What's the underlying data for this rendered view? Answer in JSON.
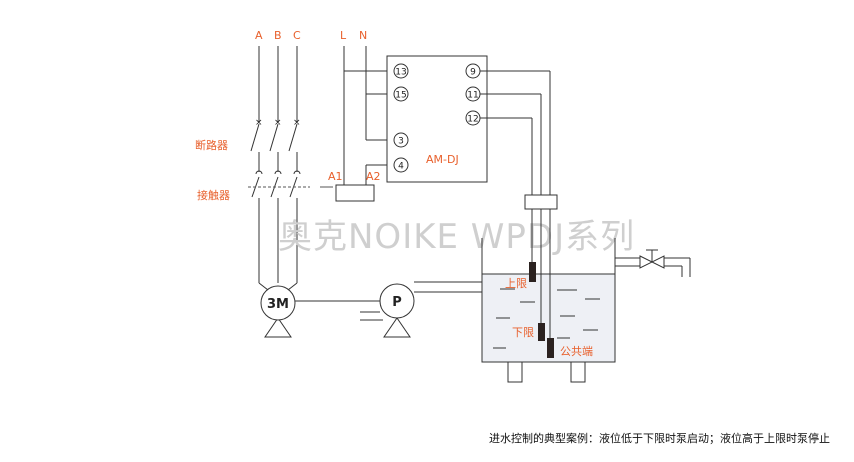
{
  "phases": [
    "A",
    "B",
    "C"
  ],
  "power": [
    "L",
    "N"
  ],
  "labels": {
    "breaker": "断路器",
    "contactor": "接触器",
    "motor": "3M",
    "pump": "P",
    "coil_a1": "A1",
    "coil_a2": "A2",
    "relay_model": "AM-DJ",
    "upper_limit": "上限",
    "lower_limit": "下限",
    "common": "公共端"
  },
  "relay_terminals_left": [
    "13",
    "15",
    "3",
    "4"
  ],
  "relay_terminals_right": [
    "9",
    "11",
    "12"
  ],
  "watermark": "奥克NOIKE WPDJ系列",
  "caption": "进水控制的典型案例：液位低于下限时泵启动；液位高于上限时泵停止",
  "colors": {
    "label_accent": "#e8602c",
    "line": "#333333",
    "tank_fill": "#eef0f5",
    "watermark": "#cfcfcf",
    "probe": "#2b2220"
  }
}
